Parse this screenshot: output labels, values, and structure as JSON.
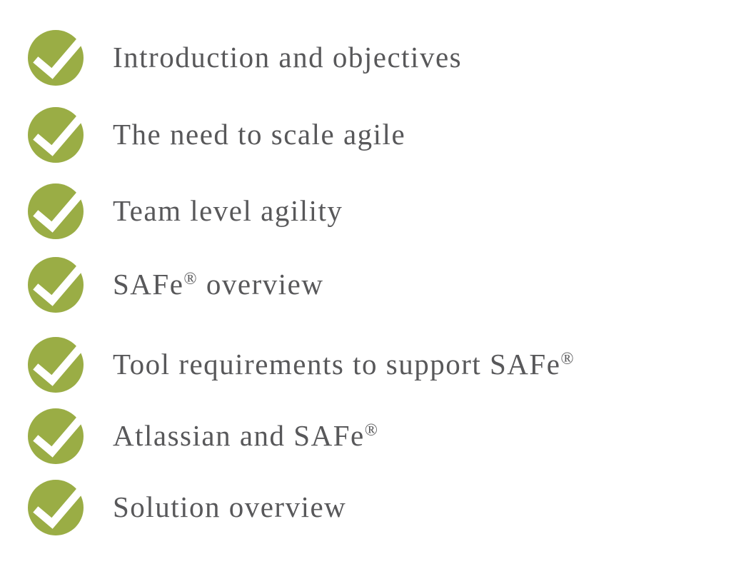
{
  "colors": {
    "check_green": "#9aad45",
    "text": "#58585a"
  },
  "items": [
    {
      "label": "Introduction and objectives",
      "icon": "check-circle-icon"
    },
    {
      "label": "The need to scale agile",
      "icon": "check-circle-icon"
    },
    {
      "label": "Team level agility",
      "icon": "check-circle-icon"
    },
    {
      "label": "SAFe® overview",
      "icon": "check-circle-icon"
    },
    {
      "label": "Tool requirements to support SAFe®",
      "icon": "check-circle-icon"
    },
    {
      "label": "Atlassian and SAFe®",
      "icon": "check-circle-icon"
    },
    {
      "label": "Solution overview",
      "icon": "check-circle-icon"
    }
  ]
}
